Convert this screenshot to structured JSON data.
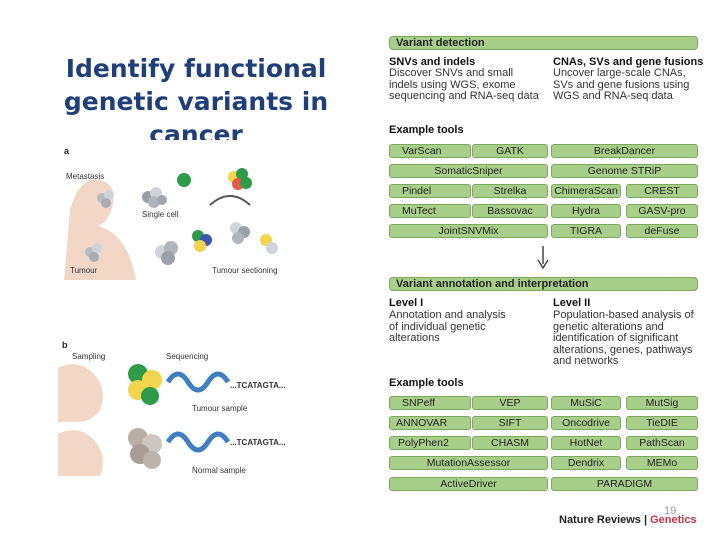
{
  "slide": {
    "title": "Identify functional genetic variants in cancer",
    "page_number": "19"
  },
  "panel_a": {
    "label": "a",
    "metastasis": "Metastasis",
    "single_cell": "Single cell",
    "tumour": "Tumour",
    "tumour_sectioning": "Tumour sectioning"
  },
  "panel_b": {
    "label": "b",
    "sampling": "Sampling",
    "sequencing": "Sequencing",
    "seq1": "...TCATAGTA...",
    "tumour_sample": "Tumour sample",
    "seq2": "...TCATAGTA...",
    "normal_sample": "Normal sample"
  },
  "detection": {
    "header": "Variant detection",
    "col1_title": "SNVs and indels",
    "col1_body": [
      "Discover SNVs and small",
      "indels using WGS, exome",
      "sequencing and RNA-seq data"
    ],
    "col2_title": "CNAs, SVs and gene fusions",
    "col2_body": [
      "Uncover large-scale CNAs,",
      "SVs and gene fusions using",
      "WGS and RNA-seq data"
    ],
    "tools_label": "Example tools",
    "tools": [
      "VarScan",
      "GATK",
      "BreakDancer",
      "SomaticSniper",
      "Genome STRiP",
      "Pindel",
      "Strelka",
      "ChimeraScan",
      "CREST",
      "MuTect",
      "Bassovac",
      "Hydra",
      "GASV-pro",
      "JointSNVMix",
      "TIGRA",
      "deFuse"
    ]
  },
  "annotation": {
    "header": "Variant annotation and interpretation",
    "col1_title": "Level I",
    "col1_body": [
      "Annotation and analysis",
      "of individual genetic",
      "alterations"
    ],
    "col2_title": "Level II",
    "col2_body": [
      "Population-based analysis of",
      "genetic alterations and",
      "identification of significant",
      "alterations, genes, pathways",
      "and networks"
    ],
    "tools_label": "Example tools",
    "tools": [
      "SNPeff",
      "VEP",
      "MuSiC",
      "MutSig",
      "ANNOVAR",
      "SIFT",
      "Oncodrive",
      "TieDIE",
      "PolyPhen2",
      "CHASM",
      "HotNet",
      "PathScan",
      "MutationAssessor",
      "Dendrix",
      "MEMo",
      "ActiveDriver",
      "PARADIGM"
    ]
  },
  "footer": {
    "source": "Nature Reviews |",
    "journal": "Genetics"
  },
  "colors": {
    "title": "#1f3f7a",
    "tool_bar": "#a8cf8a",
    "tool_border": "#7aa85c",
    "genetics": "#c7344a"
  }
}
